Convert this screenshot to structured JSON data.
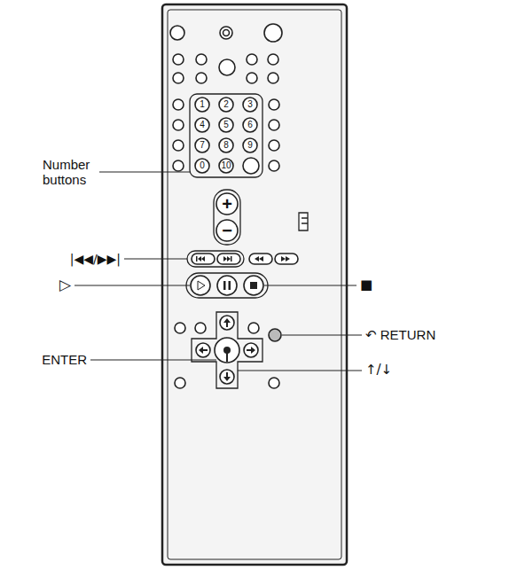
{
  "diagram": {
    "labels": [
      "Number buttons",
      "|◀◀/▶▶|",
      "▷",
      "■",
      "↶ RETURN",
      "ENTER",
      "↑/↓",
      "1",
      "2",
      "3",
      "4",
      "5",
      "6",
      "7",
      "8",
      "9",
      "0",
      "10",
      "+",
      "−"
    ]
  }
}
